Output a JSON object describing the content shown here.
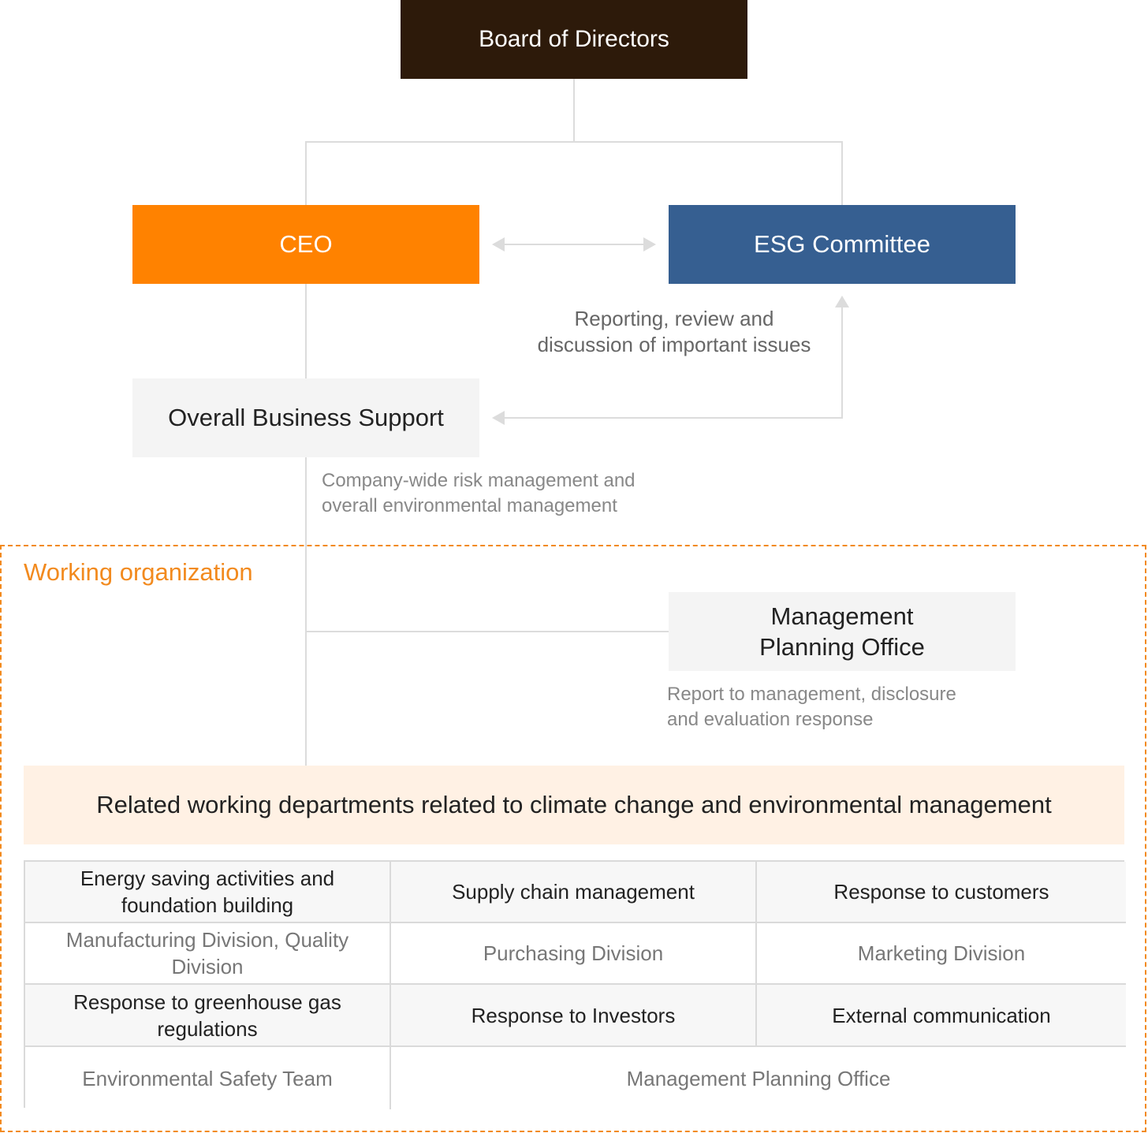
{
  "board": "Board of Directors",
  "ceo": "CEO",
  "esg_committee": "ESG Committee",
  "reporting_note": [
    "Reporting, review and",
    "discussion of important issues"
  ],
  "overall_business_support": "Overall Business Support",
  "company_wide_note": [
    "Company-wide risk management and",
    "overall environmental management"
  ],
  "working_organization": "Working organization",
  "management_planning_office": [
    "Management",
    "Planning Office"
  ],
  "mpo_note": [
    "Report to management, disclosure",
    "and evaluation response"
  ],
  "related_departments": "Related working departments related to climate change and environmental management",
  "table": {
    "row1": [
      "Energy saving activities and foundation building",
      "Supply chain management",
      "Response to customers"
    ],
    "row2": [
      "Manufacturing Division, Quality Division",
      "Purchasing Division",
      "Marketing Division"
    ],
    "row3": [
      "Response to greenhouse gas regulations",
      "Response to Investors",
      "External communication"
    ],
    "row4": [
      "Environmental Safety Team",
      "Management Planning Office"
    ]
  },
  "colors": {
    "board": "#2d1a0a",
    "ceo": "#ff8200",
    "esg": "#365f91",
    "accent": "#f28a1e",
    "related_bg": "#fff1e4"
  }
}
